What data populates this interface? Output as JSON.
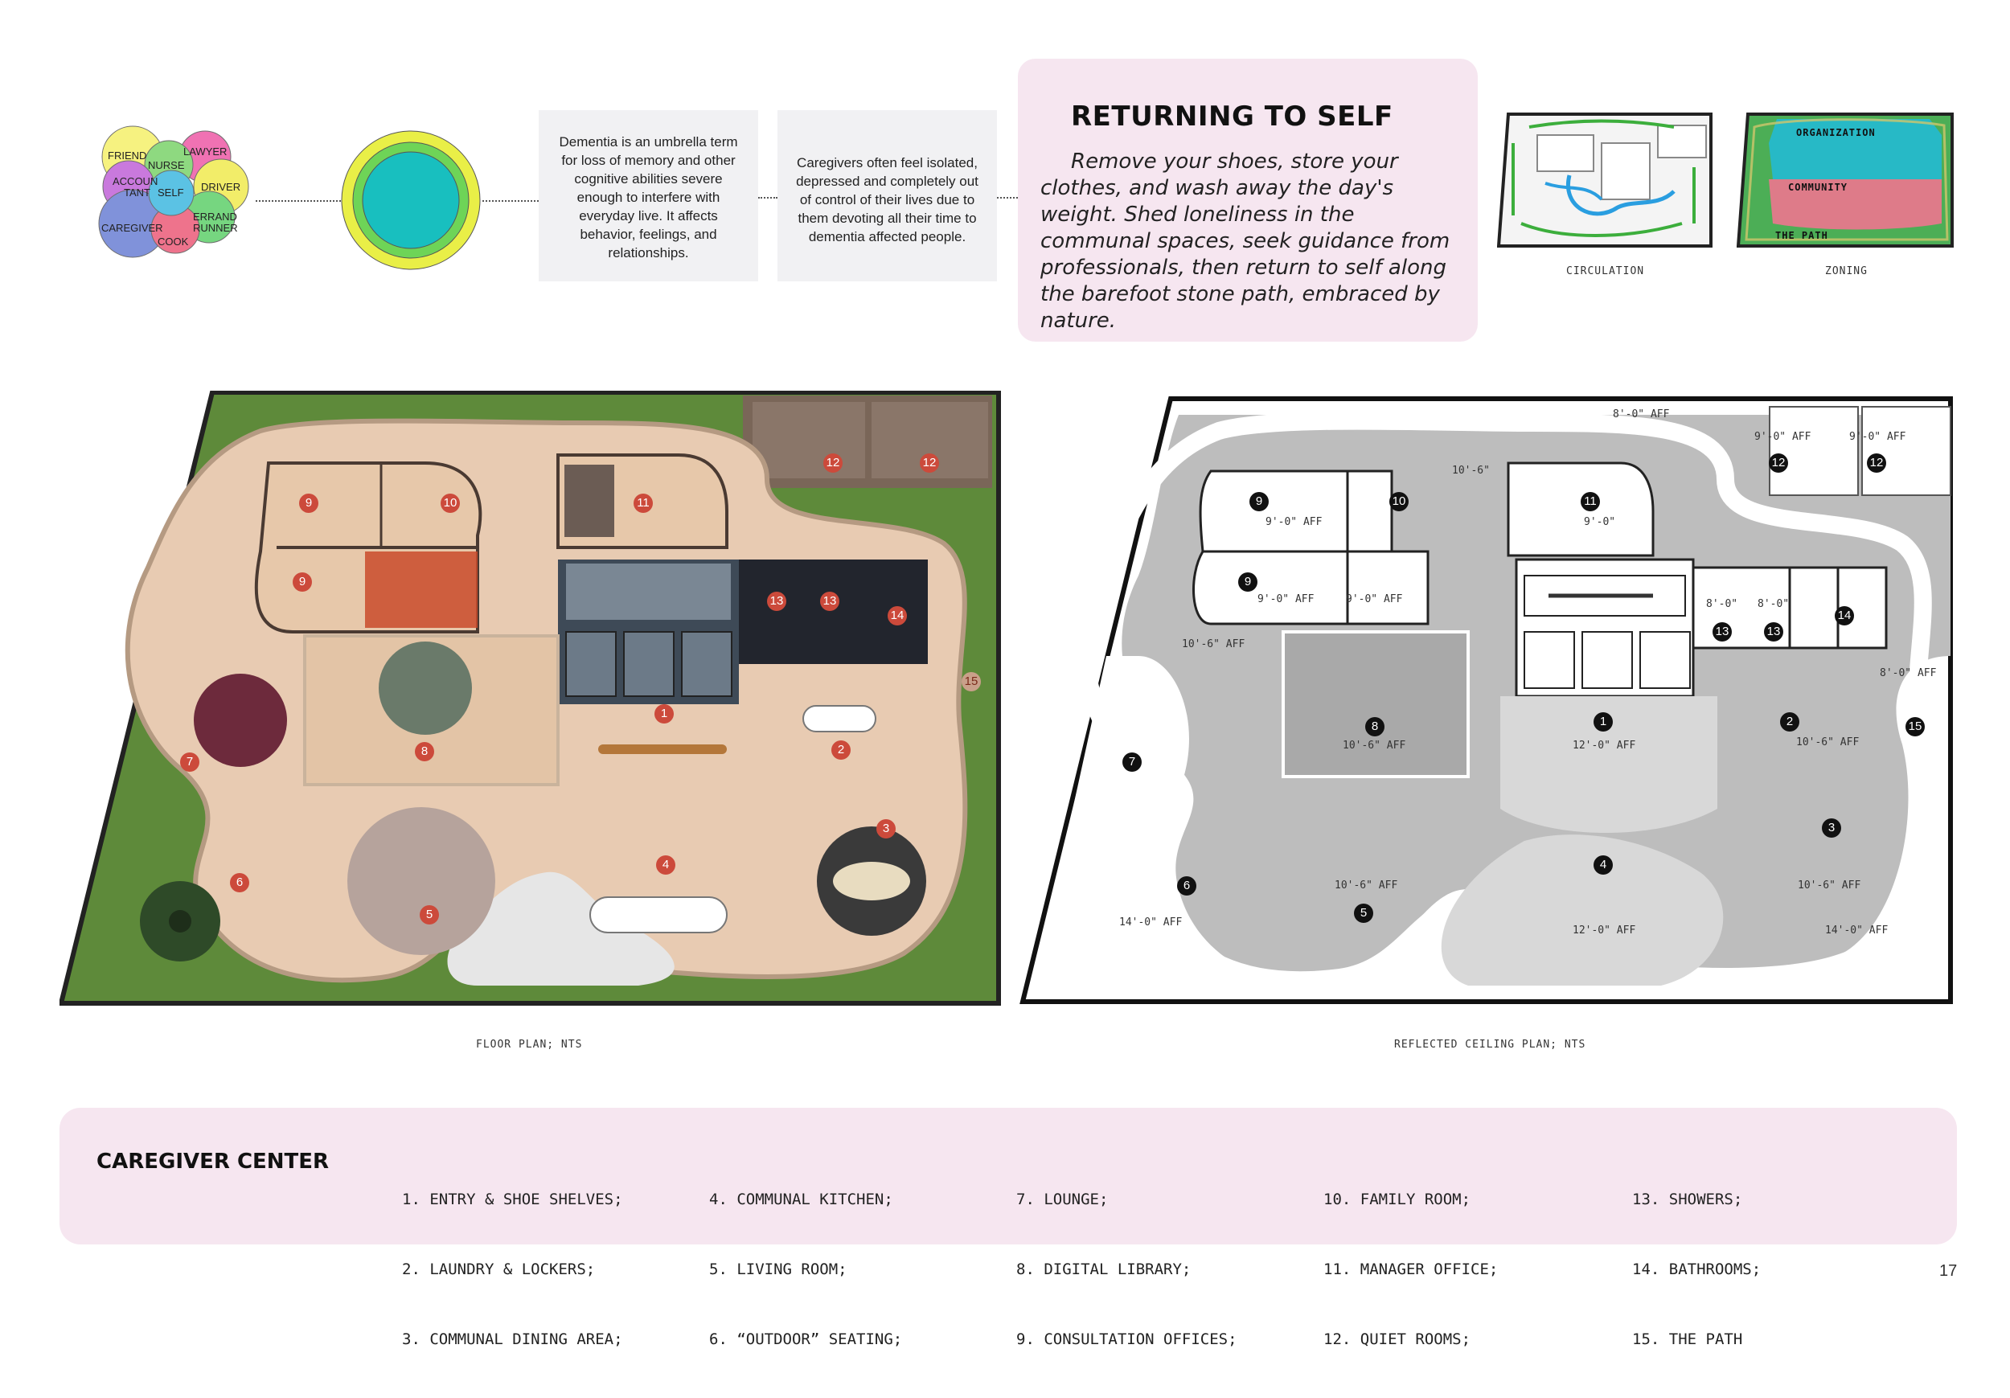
{
  "venn": {
    "labels": {
      "friend": "FRIEND",
      "lawyer": "LAWYER",
      "nurse": "NURSE",
      "accountant_a": "ACCOUN",
      "accountant_b": "TANT",
      "self": "SELF",
      "driver": "DRIVER",
      "caregiver": "CAREGIVER",
      "errand_a": "ERRAND",
      "errand_b": "RUNNER",
      "cook": "COOK"
    },
    "colors": {
      "friend": "#f5f06a",
      "lawyer": "#ee5aa6",
      "nurse": "#7bd36a",
      "accountant": "#c062d8",
      "self": "#3fb8e0",
      "driver": "#f0ea50",
      "caregiver": "#6b7fd4",
      "errand": "#5fcf6a",
      "cook": "#ec5b78",
      "ring_outer": "#e9ef47",
      "ring_mid": "#6ed457",
      "ring_inner": "#18bfbf"
    }
  },
  "boxes": {
    "dementia": "Dementia is an umbrella term for loss of memory and other cognitive abilities severe enough to interfere with everyday live. It affects behavior, feelings, and relationships.",
    "caregivers": "Caregivers often feel isolated, depressed and completely out of control of their lives due to them devoting all their time to dementia affected people."
  },
  "title": {
    "heading": "RETURNING TO SELF",
    "body": "Remove your shoes, store your clothes, and wash away the day's weight. Shed loneliness in the communal spaces, seek guidance from professionals, then return to self along the barefoot stone path, embraced by nature."
  },
  "diagrams": {
    "circulation_caption": "CIRCULATION",
    "zoning_caption": "ZONING",
    "zone_organization": "ORGANIZATION",
    "zone_community": "COMMUNITY",
    "zone_path": "THE PATH"
  },
  "floor_plan": {
    "caption": "FLOOR PLAN; NTS",
    "markers": [
      "1",
      "2",
      "3",
      "4",
      "5",
      "6",
      "7",
      "8",
      "9",
      "9",
      "10",
      "11",
      "12",
      "12",
      "13",
      "13",
      "14",
      "15"
    ]
  },
  "ceiling_plan": {
    "caption": "REFLECTED CEILING PLAN; NTS",
    "markers": [
      "1",
      "2",
      "3",
      "4",
      "5",
      "6",
      "7",
      "8",
      "9",
      "9",
      "10",
      "11",
      "12",
      "12",
      "13",
      "13",
      "14",
      "15"
    ],
    "heights": {
      "h_top": "8'-0\" AFF",
      "h_12a": "9'-0\" AFF",
      "h_12b": "9'-0\" AFF",
      "h_106_top": "10'-6\"",
      "h_9a": "9'-0\" AFF",
      "h_9b": "9'-0\" AFF",
      "h_10": "9'-0\" AFF",
      "h_11": "9'-0\"",
      "h_13a": "8'-0\"",
      "h_13b": "8'-0\"",
      "h_right": "8'-0\" AFF",
      "h_left": "10'-6\" AFF",
      "h_8": "10'-6\" AFF",
      "h_1": "12'-0\" AFF",
      "h_2": "10'-6\" AFF",
      "h_5": "10'-6\" AFF",
      "h_4": "12'-0\" AFF",
      "h_3": "10'-6\" AFF",
      "h_6": "14'-0\" AFF",
      "h_rb": "14'-0\" AFF"
    }
  },
  "legend": {
    "title": "CAREGIVER CENTER",
    "items": [
      "1. ENTRY & SHOE SHELVES;",
      "2. LAUNDRY & LOCKERS;",
      "3. COMMUNAL DINING AREA;",
      "4. COMMUNAL KITCHEN;",
      "5. LIVING ROOM;",
      "6. “OUTDOOR” SEATING;",
      "7. LOUNGE;",
      "8. DIGITAL LIBRARY;",
      "9. CONSULTATION OFFICES;",
      "10. FAMILY ROOM;",
      "11. MANAGER OFFICE;",
      "12. QUIET ROOMS;",
      "13. SHOWERS;",
      "14. BATHROOMS;",
      "15. THE PATH"
    ]
  },
  "page_number": "17"
}
